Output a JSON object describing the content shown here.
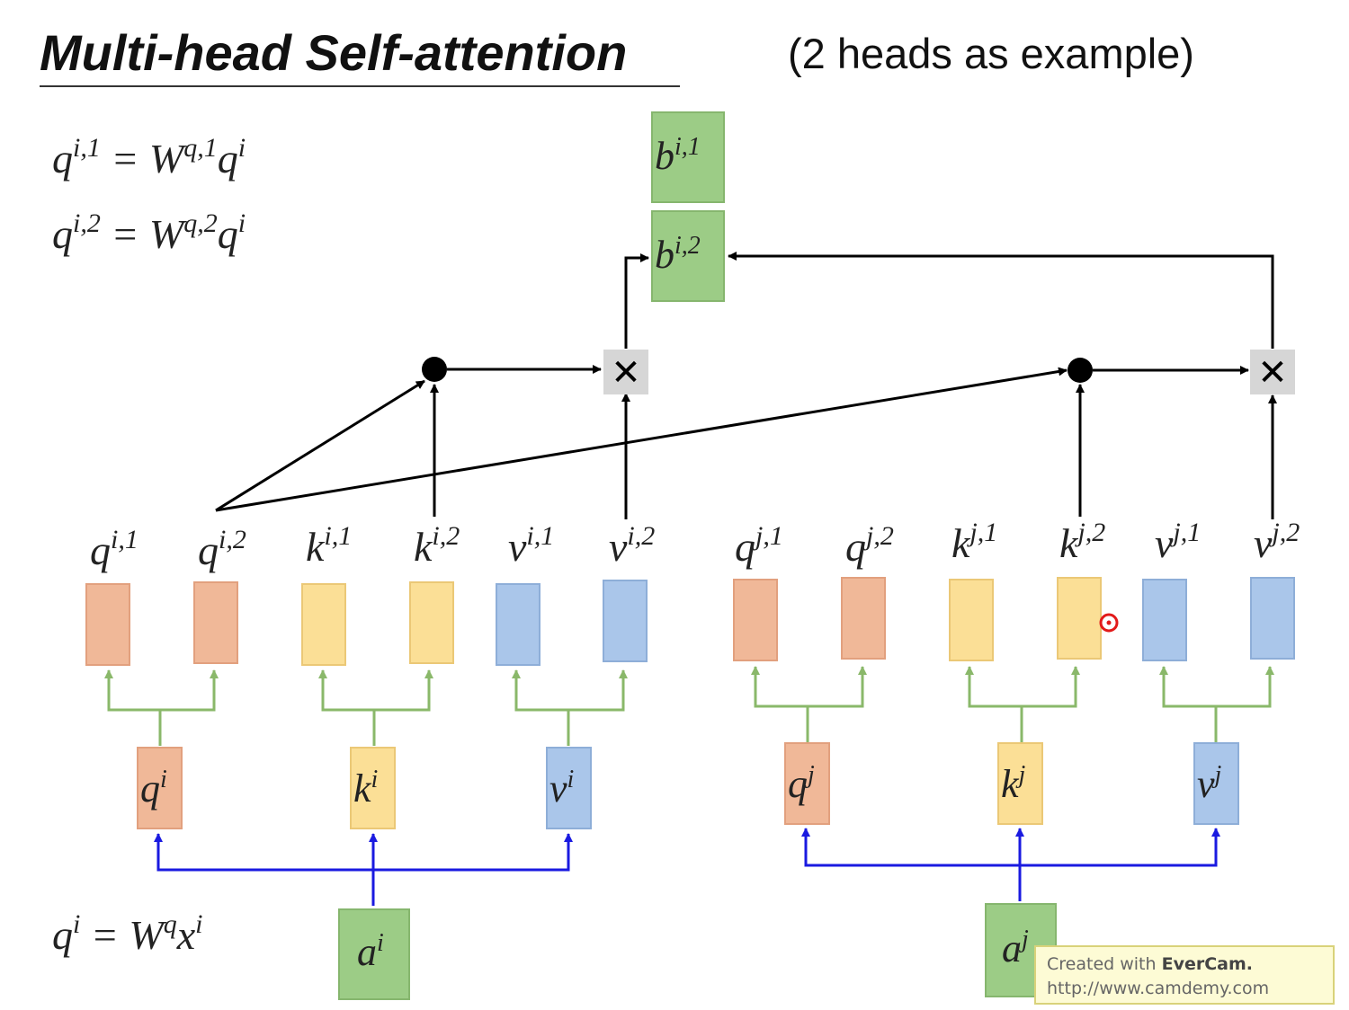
{
  "title": "Multi-head Self-attention",
  "subtitle": "(2 heads as example)",
  "equations": [
    {
      "lhs": "q",
      "lhs_sup": "i,1",
      "rhs1": "W",
      "rhs1_sup": "q,1",
      "rhs2": "q",
      "rhs2_sup": "i"
    },
    {
      "lhs": "q",
      "lhs_sup": "i,2",
      "rhs1": "W",
      "rhs1_sup": "q,2",
      "rhs2": "q",
      "rhs2_sup": "i"
    },
    {
      "lhs": "q",
      "lhs_sup": "i",
      "rhs1": "W",
      "rhs1_sup": "q",
      "rhs2": "x",
      "rhs2_sup": "i"
    }
  ],
  "outputs": [
    {
      "base": "b",
      "sup": "i,1"
    },
    {
      "base": "b",
      "sup": "i,2"
    }
  ],
  "head_labels": [
    {
      "base": "q",
      "sup": "i,1"
    },
    {
      "base": "q",
      "sup": "i,2"
    },
    {
      "base": "k",
      "sup": "i,1"
    },
    {
      "base": "k",
      "sup": "i,2"
    },
    {
      "base": "v",
      "sup": "i,1"
    },
    {
      "base": "v",
      "sup": "i,2"
    },
    {
      "base": "q",
      "sup": "j,1"
    },
    {
      "base": "q",
      "sup": "j,2"
    },
    {
      "base": "k",
      "sup": "j,1"
    },
    {
      "base": "k",
      "sup": "j,2"
    },
    {
      "base": "v",
      "sup": "j,1"
    },
    {
      "base": "v",
      "sup": "j,2"
    }
  ],
  "mid_labels": [
    {
      "base": "q",
      "sup": "i"
    },
    {
      "base": "k",
      "sup": "i"
    },
    {
      "base": "v",
      "sup": "i"
    },
    {
      "base": "q",
      "sup": "j"
    },
    {
      "base": "k",
      "sup": "j"
    },
    {
      "base": "v",
      "sup": "j"
    }
  ],
  "inputs": [
    {
      "base": "a",
      "sup": "i"
    },
    {
      "base": "a",
      "sup": "j"
    }
  ],
  "operators": {
    "dot": "●",
    "multiply": "✕"
  },
  "watermark": {
    "line1_prefix": "Created with ",
    "line1_brand": "EverCam.",
    "line2": "http://www.camdemy.com"
  },
  "colors": {
    "query": "#f0b898",
    "key": "#fbdf96",
    "value": "#aac6ea",
    "output": "#9ccc86",
    "green_line": "#8ab86a",
    "blue_line": "#1a1ae0"
  }
}
